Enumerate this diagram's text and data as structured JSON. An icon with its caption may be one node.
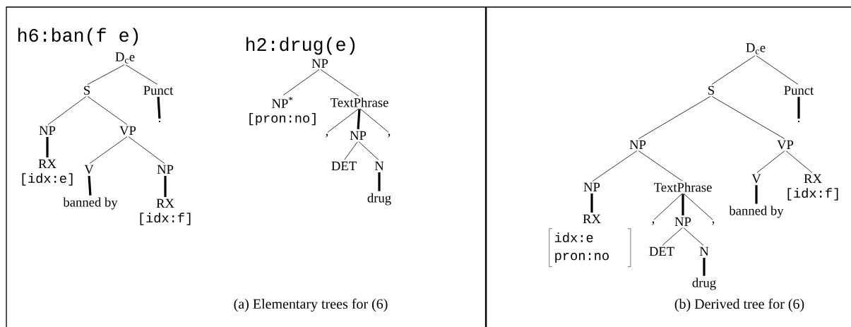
{
  "diagram": {
    "nodes": [
      {
        "text": [
          "D$_{c}$e"
        ]
      },
      {
        "text": [
          "S"
        ]
      },
      {
        "text": [
          "Punct"
        ]
      },
      {
        "text": [
          "NP"
        ]
      },
      {
        "text": [
          "VP"
        ]
      },
      {
        "text": [
          "RX"
        ],
        "beside": [
          "[idx:e]"
        ]
      },
      {
        "text": [
          "V"
        ]
      },
      {
        "text": [
          "NP"
        ]
      },
      {
        "text": [
          "banned by"
        ]
      },
      {
        "text": [
          "RX"
        ],
        "beside": [
          "[idx:f]"
        ]
      },
      {
        "text": [
          "."
        ]
      },
      {
        "text": [
          "NP"
        ]
      },
      {
        "text": [
          "NP$^{*}$"
        ],
        "beside": [
          "[pron:no]"
        ]
      },
      {
        "text": [
          "TextPhrase"
        ]
      },
      {
        "text": [
          ","
        ]
      },
      {
        "text": [
          "NP"
        ]
      },
      {
        "text": [
          ","
        ]
      },
      {
        "text": [
          "DET"
        ]
      },
      {
        "text": [
          "N"
        ]
      },
      {
        "text": [
          "drug"
        ]
      },
      {
        "text": [
          "D$_{c}$e"
        ]
      },
      {
        "text": [
          "S"
        ]
      },
      {
        "text": [
          "Punct"
        ]
      },
      {
        "text": [
          "NP"
        ]
      },
      {
        "text": [
          "VP"
        ]
      },
      {
        "text": [
          "."
        ]
      },
      {
        "text": [
          "NP"
        ]
      },
      {
        "text": [
          "TextPhrase"
        ]
      },
      {
        "text": [
          "V"
        ]
      },
      {
        "text": [
          "RX"
        ],
        "beside": [
          "[idx:f]"
        ]
      },
      {
        "text": [
          "RX"
        ],
        "beside": [
          "idx:e pron:no"
        ]
      },
      {
        "text": [
          ","
        ]
      },
      {
        "text": [
          "NP"
        ]
      },
      {
        "text": [
          ","
        ]
      },
      {
        "text": [
          "DET"
        ]
      },
      {
        "text": [
          "N"
        ]
      },
      {
        "text": [
          "drug"
        ]
      },
      {
        "text": [
          "banned by"
        ]
      }
    ],
    "edges": [
      {
        "from": 0,
        "to": 1,
        "arrow": "none"
      },
      {
        "from": 0,
        "to": 2,
        "arrow": "none"
      },
      {
        "from": 1,
        "to": 3,
        "arrow": "none"
      },
      {
        "from": 1,
        "to": 4,
        "arrow": "none"
      },
      {
        "from": 2,
        "to": 10,
        "arrow": "none",
        "style": "thick"
      },
      {
        "from": 3,
        "to": 5,
        "arrow": "none",
        "style": "thick"
      },
      {
        "from": 4,
        "to": 6,
        "arrow": "none"
      },
      {
        "from": 4,
        "to": 7,
        "arrow": "none"
      },
      {
        "from": 6,
        "to": 8,
        "arrow": "none",
        "style": "thick"
      },
      {
        "from": 7,
        "to": 9,
        "arrow": "none",
        "style": "thick"
      },
      {
        "from": 11,
        "to": 12,
        "arrow": "none"
      },
      {
        "from": 11,
        "to": 13,
        "arrow": "none"
      },
      {
        "from": 13,
        "to": 14,
        "arrow": "none"
      },
      {
        "from": 13,
        "to": 15,
        "arrow": "none",
        "style": "thick"
      },
      {
        "from": 13,
        "to": 16,
        "arrow": "none"
      },
      {
        "from": 15,
        "to": 17,
        "arrow": "none"
      },
      {
        "from": 15,
        "to": 18,
        "arrow": "none"
      },
      {
        "from": 18,
        "to": 19,
        "arrow": "none",
        "style": "thick"
      },
      {
        "from": 20,
        "to": 21,
        "arrow": "none"
      },
      {
        "from": 20,
        "to": 22,
        "arrow": "none"
      },
      {
        "from": 21,
        "to": 23,
        "arrow": "none"
      },
      {
        "from": 21,
        "to": 24,
        "arrow": "none"
      },
      {
        "from": 22,
        "to": 25,
        "arrow": "none",
        "style": "thick"
      },
      {
        "from": 23,
        "to": 26,
        "arrow": "none"
      },
      {
        "from": 23,
        "to": 27,
        "arrow": "none"
      },
      {
        "from": 24,
        "to": 28,
        "arrow": "none"
      },
      {
        "from": 24,
        "to": 29,
        "arrow": "none"
      },
      {
        "from": 26,
        "to": 30,
        "arrow": "none",
        "style": "thick"
      },
      {
        "from": 27,
        "to": 31,
        "arrow": "none"
      },
      {
        "from": 27,
        "to": 32,
        "arrow": "none",
        "style": "thick"
      },
      {
        "from": 27,
        "to": 33,
        "arrow": "none"
      },
      {
        "from": 32,
        "to": 34,
        "arrow": "none"
      },
      {
        "from": 32,
        "to": 35,
        "arrow": "none"
      },
      {
        "from": 35,
        "to": 36,
        "arrow": "none",
        "style": "thick"
      },
      {
        "from": 28,
        "to": 37,
        "arrow": "none",
        "style": "thick"
      }
    ],
    "labels": [
      "h6:ban(f e)",
      "h2:drug(e)",
      "(a) Elementary trees for (6)",
      "(b) Derived tree for (6)"
    ]
  }
}
